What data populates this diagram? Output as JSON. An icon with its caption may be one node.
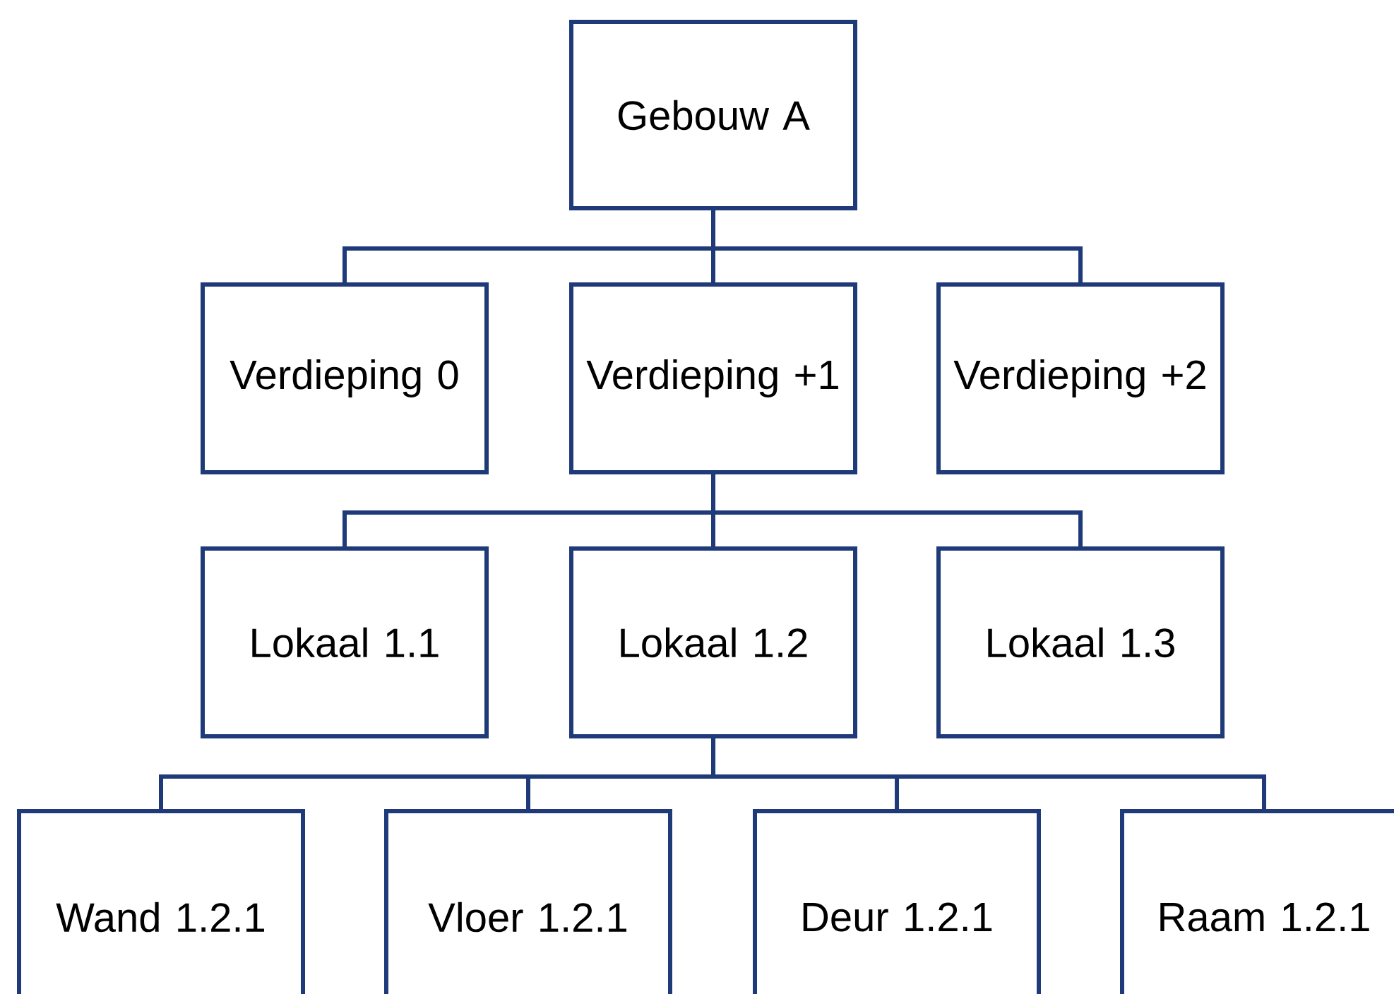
{
  "diagram": {
    "nodes": [
      {
        "text": [
          "Gebouw A"
        ]
      },
      {
        "text": [
          "Verdieping 0"
        ]
      },
      {
        "text": [
          "Verdieping +1"
        ]
      },
      {
        "text": [
          "Verdieping +2"
        ]
      },
      {
        "text": [
          "Lokaal 1.1"
        ]
      },
      {
        "text": [
          "Lokaal 1.2"
        ]
      },
      {
        "text": [
          "Lokaal 1.3"
        ]
      },
      {
        "text": [
          "Wand 1.2.1"
        ]
      },
      {
        "text": [
          "Vloer 1.2.1"
        ]
      },
      {
        "text": [
          "Deur 1.2.1"
        ]
      },
      {
        "text": [
          "Raam 1.2.1"
        ]
      }
    ],
    "edges": [
      {
        "from": 0,
        "to": 1,
        "arrow": "none"
      },
      {
        "from": 0,
        "to": 2,
        "arrow": "none"
      },
      {
        "from": 0,
        "to": 3,
        "arrow": "none"
      },
      {
        "from": 2,
        "to": 4,
        "arrow": "none"
      },
      {
        "from": 2,
        "to": 5,
        "arrow": "none"
      },
      {
        "from": 2,
        "to": 6,
        "arrow": "none"
      },
      {
        "from": 5,
        "to": 7,
        "arrow": "none"
      },
      {
        "from": 5,
        "to": 8,
        "arrow": "none"
      },
      {
        "from": 5,
        "to": 9,
        "arrow": "none"
      },
      {
        "from": 5,
        "to": 10,
        "arrow": "none"
      }
    ]
  }
}
